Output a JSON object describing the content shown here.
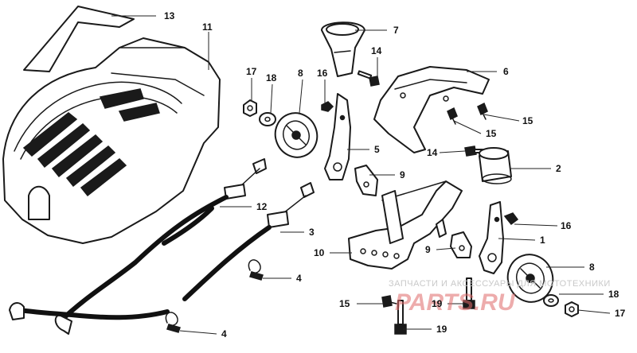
{
  "watermark": {
    "text": "ЗАПЧАСТИ И АКСЕССУАРЫ ДЛЯ МОТОТЕХНИКИ",
    "logo": "PARTS.RU"
  },
  "callouts": [
    {
      "id": "c13",
      "label": "13"
    },
    {
      "id": "c11",
      "label": "11"
    },
    {
      "id": "c7",
      "label": "7"
    },
    {
      "id": "c14a",
      "label": "14"
    },
    {
      "id": "c17a",
      "label": "17"
    },
    {
      "id": "c18a",
      "label": "18"
    },
    {
      "id": "c8a",
      "label": "8"
    },
    {
      "id": "c16a",
      "label": "16"
    },
    {
      "id": "c6",
      "label": "6"
    },
    {
      "id": "c15a",
      "label": "15"
    },
    {
      "id": "c15b",
      "label": "15"
    },
    {
      "id": "c5",
      "label": "5"
    },
    {
      "id": "c14b",
      "label": "14"
    },
    {
      "id": "c2",
      "label": "2"
    },
    {
      "id": "c9a",
      "label": "9"
    },
    {
      "id": "c12",
      "label": "12"
    },
    {
      "id": "c3",
      "label": "3"
    },
    {
      "id": "c16b",
      "label": "16"
    },
    {
      "id": "c1",
      "label": "1"
    },
    {
      "id": "c10",
      "label": "10"
    },
    {
      "id": "c9b",
      "label": "9"
    },
    {
      "id": "c8b",
      "label": "8"
    },
    {
      "id": "c4a",
      "label": "4"
    },
    {
      "id": "c18b",
      "label": "18"
    },
    {
      "id": "c15c",
      "label": "15"
    },
    {
      "id": "c19a",
      "label": "19"
    },
    {
      "id": "c17b",
      "label": "17"
    },
    {
      "id": "c19b",
      "label": "19"
    },
    {
      "id": "c4b",
      "label": "4"
    }
  ]
}
